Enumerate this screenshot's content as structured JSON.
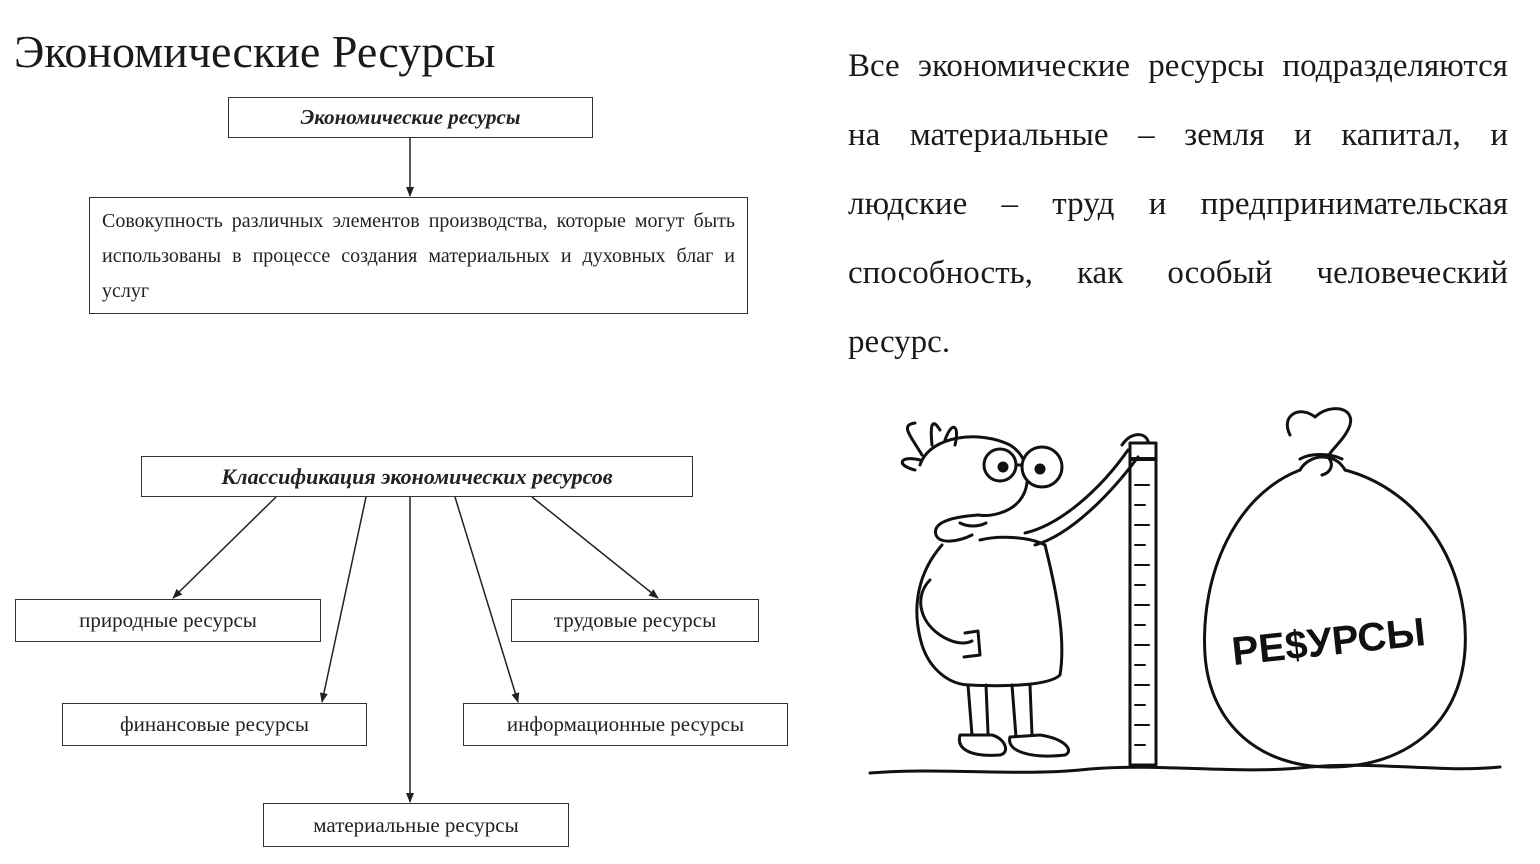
{
  "slide": {
    "title": "Экономические Ресурсы"
  },
  "description": {
    "text": "Все экономические ресурсы подразделяются на материальные – земля и капитал, и людские – труд и предпринимательская способность, как особый человеческий ресурс."
  },
  "diagram_top": {
    "header": "Экономические ресурсы",
    "definition": "Совокупность различных элементов производства, которые могут быть использованы в процессе создания материальных и духовных благ и услуг"
  },
  "diagram_classification": {
    "header": "Классификация экономических ресурсов",
    "items": [
      "природные ресурсы",
      "трудовые ресурсы",
      "финансовые ресурсы",
      "информационные ресурсы",
      "материальные ресурсы"
    ]
  },
  "illustration": {
    "bag_label": "РЕ$УРСЫ"
  }
}
